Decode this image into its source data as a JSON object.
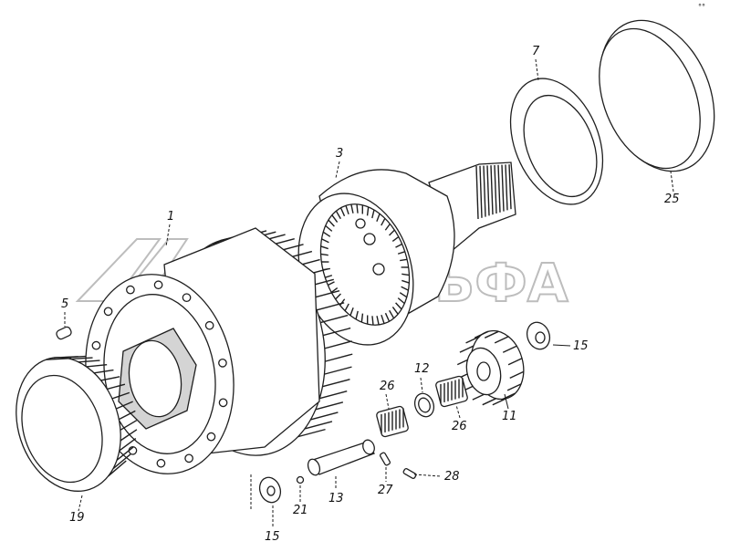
{
  "watermark": {
    "text": "АВТОАЛЬФА",
    "logo": "triangle-logo"
  },
  "corner_mark": "°°",
  "callouts": [
    {
      "id": "label-1",
      "text": "1"
    },
    {
      "id": "label-3",
      "text": "3"
    },
    {
      "id": "label-5",
      "text": "5"
    },
    {
      "id": "label-7",
      "text": "7"
    },
    {
      "id": "label-11",
      "text": "11"
    },
    {
      "id": "label-12",
      "text": "12"
    },
    {
      "id": "label-13",
      "text": "13"
    },
    {
      "id": "label-15-right",
      "text": "15"
    },
    {
      "id": "label-15-bottom",
      "text": "15"
    },
    {
      "id": "label-19",
      "text": "19"
    },
    {
      "id": "label-21",
      "text": "21"
    },
    {
      "id": "label-25",
      "text": "25"
    },
    {
      "id": "label-26-top",
      "text": "26"
    },
    {
      "id": "label-26-bottom",
      "text": "26"
    },
    {
      "id": "label-27",
      "text": "27"
    },
    {
      "id": "label-28",
      "text": "28"
    }
  ],
  "colors": {
    "line": "#1f1f1f",
    "background": "#ffffff",
    "watermark": "#bdbdbd"
  }
}
